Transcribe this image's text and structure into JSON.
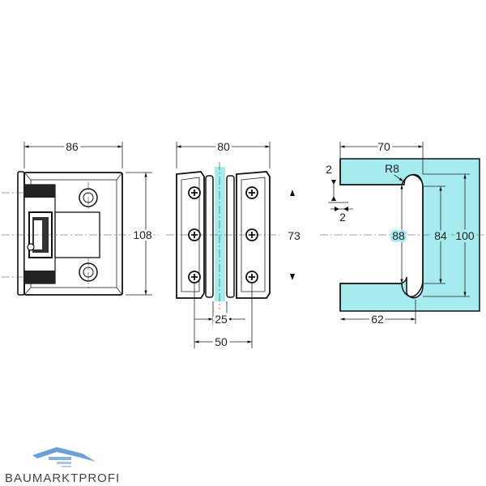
{
  "diagram": {
    "view_left": {
      "width_label": "86",
      "height_label": "108"
    },
    "view_middle": {
      "width_label": "80",
      "height_label": "73",
      "glass_gap_label": "25",
      "total_label": "50"
    },
    "view_right": {
      "top_label": "70",
      "radius_label": "R8",
      "thickness_top_label": "2",
      "thickness_bottom_label": "2",
      "inner_label": "88",
      "mid_label": "84",
      "outer_label": "100",
      "bottom_label": "62"
    },
    "colors": {
      "glass": "#a6ecef",
      "line": "#111111",
      "logo_blue": "#6a9fd8"
    }
  },
  "brand": {
    "name": "BAUMARKTPROFI"
  }
}
